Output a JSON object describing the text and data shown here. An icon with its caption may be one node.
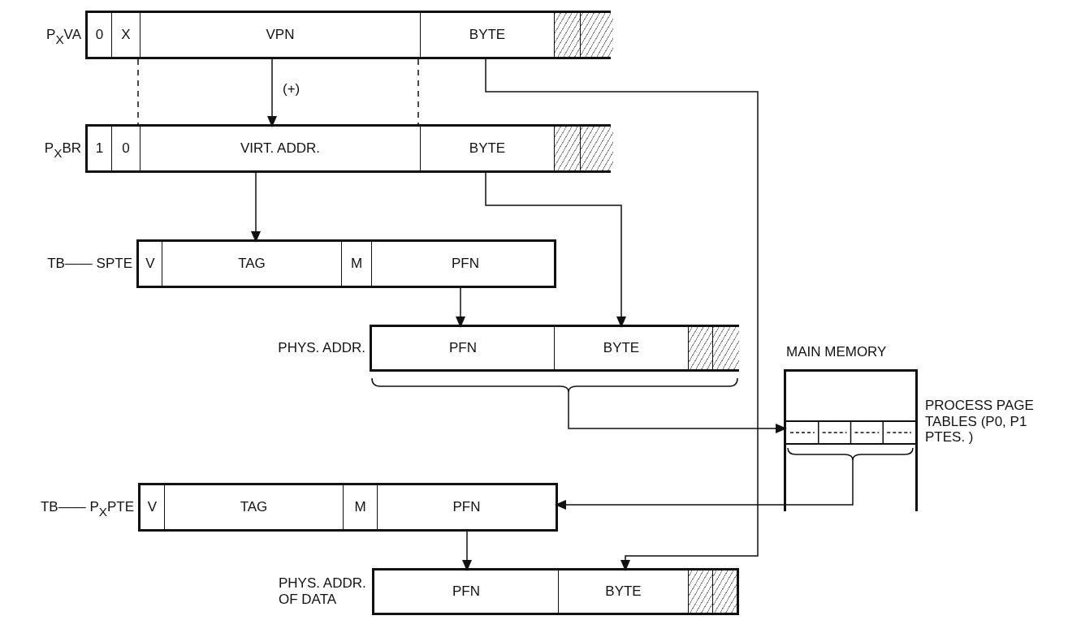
{
  "diagram": {
    "nodes": [
      {
        "text": [
          "P$_{X}$VA"
        ]
      },
      {
        "text": [
          "0"
        ],
        "in": 0
      },
      {
        "text": [
          "X"
        ],
        "in": 0
      },
      {
        "text": [
          "VPN"
        ],
        "in": 0
      },
      {
        "text": [
          "BYTE"
        ],
        "in": 0
      },
      {
        "text": [],
        "shape": "box",
        "in": 0
      },
      {
        "text": [],
        "shape": "box",
        "in": 0
      },
      {
        "text": [
          "P$_{X}$BR"
        ]
      },
      {
        "text": [
          "1"
        ],
        "in": 7
      },
      {
        "text": [
          "0"
        ],
        "in": 7
      },
      {
        "text": [
          "VIRT. ADDR."
        ],
        "in": 7
      },
      {
        "text": [
          "BYTE"
        ],
        "in": 7
      },
      {
        "text": [],
        "shape": "box",
        "in": 7
      },
      {
        "text": [],
        "shape": "box",
        "in": 7
      },
      {
        "text": [
          "TB—— SPTE"
        ]
      },
      {
        "text": [
          "V"
        ],
        "in": 14
      },
      {
        "text": [
          "TAG"
        ],
        "in": 14
      },
      {
        "text": [
          "M"
        ],
        "in": 14
      },
      {
        "text": [
          "PFN"
        ],
        "in": 14
      },
      {
        "text": [
          "PHYS. ADDR."
        ]
      },
      {
        "text": [
          "PFN"
        ],
        "in": 19
      },
      {
        "text": [
          "BYTE"
        ],
        "in": 19
      },
      {
        "text": [],
        "shape": "box",
        "in": 19
      },
      {
        "text": [],
        "shape": "box",
        "in": 19
      },
      {
        "text": [
          "MAIN MEMORY"
        ]
      },
      {
        "text": [
          "PROCESS PAGE TABLES (P0, P1 PTES. )"
        ],
        "in": 24
      },
      {
        "text": [
          "TB—— P$_{X}$PTE"
        ]
      },
      {
        "text": [
          "V"
        ],
        "in": 26
      },
      {
        "text": [
          "TAG"
        ],
        "in": 26
      },
      {
        "text": [
          "M"
        ],
        "in": 26
      },
      {
        "text": [
          "PFN"
        ],
        "in": 26
      },
      {
        "text": [
          "PHYS. ADDR. OF DATA"
        ]
      },
      {
        "text": [
          "PFN"
        ],
        "in": 31
      },
      {
        "text": [
          "BYTE"
        ],
        "in": 31
      },
      {
        "text": [],
        "shape": "box",
        "in": 31
      },
      {
        "text": [],
        "shape": "box",
        "in": 31
      }
    ],
    "edges": [
      {
        "from": 3,
        "to": 10,
        "arrow": "to",
        "label": "(+)"
      },
      {
        "from": 0,
        "to": 7,
        "arrow": "none",
        "style": "dashed"
      },
      {
        "from": 0,
        "to": 7,
        "arrow": "none",
        "style": "dashed"
      },
      {
        "from": 4,
        "to": 33,
        "arrow": "to"
      },
      {
        "from": 11,
        "to": 21,
        "arrow": "to"
      },
      {
        "from": 10,
        "to": 16,
        "arrow": "to"
      },
      {
        "from": 18,
        "to": 20,
        "arrow": "to"
      },
      {
        "from": 19,
        "to": 25,
        "arrow": "to"
      },
      {
        "from": 25,
        "to": 30,
        "arrow": "to"
      },
      {
        "from": 30,
        "to": 32,
        "arrow": "to"
      }
    ]
  }
}
